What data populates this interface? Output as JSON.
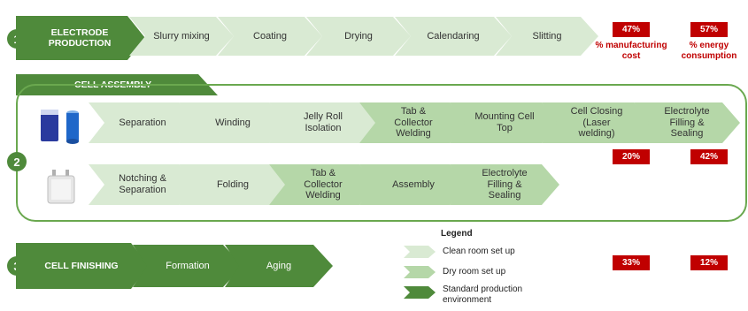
{
  "row1": {
    "number": "1",
    "title": "ELECTRODE PRODUCTION",
    "steps": [
      "Slurry mixing",
      "Coating",
      "Drying",
      "Calendaring",
      "Slitting"
    ],
    "cost_badge": "47%",
    "cost_label": "% manufacturing cost",
    "energy_badge": "57%",
    "energy_label": "% energy consumption"
  },
  "row2": {
    "number": "2",
    "title": "CELL ASSEMBLY",
    "cylindrical_steps": [
      "Separation",
      "Winding",
      "Jelly Roll Isolation",
      "Tab & Collector Welding",
      "Mounting Cell Top",
      "Cell Closing (Laser welding)",
      "Electrolyte Filling & Sealing"
    ],
    "pouch_steps": [
      "Notching & Separation",
      "Folding",
      "Tab & Collector Welding",
      "Assembly",
      "Electrolyte Filling & Sealing"
    ],
    "cost_badge": "20%",
    "energy_badge": "42%"
  },
  "row3": {
    "number": "3",
    "title": "CELL FINISHING",
    "steps": [
      "Formation",
      "Aging"
    ],
    "cost_badge": "33%",
    "energy_badge": "12%"
  },
  "legend": {
    "title": "Legend",
    "items": [
      "Clean room set up",
      "Dry room set up",
      "Standard production environment"
    ]
  },
  "colors": {
    "standard": "#4f8a3b",
    "clean_room": "#d9ead3",
    "dry_room": "#b5d7a8",
    "badge": "#c00000"
  }
}
